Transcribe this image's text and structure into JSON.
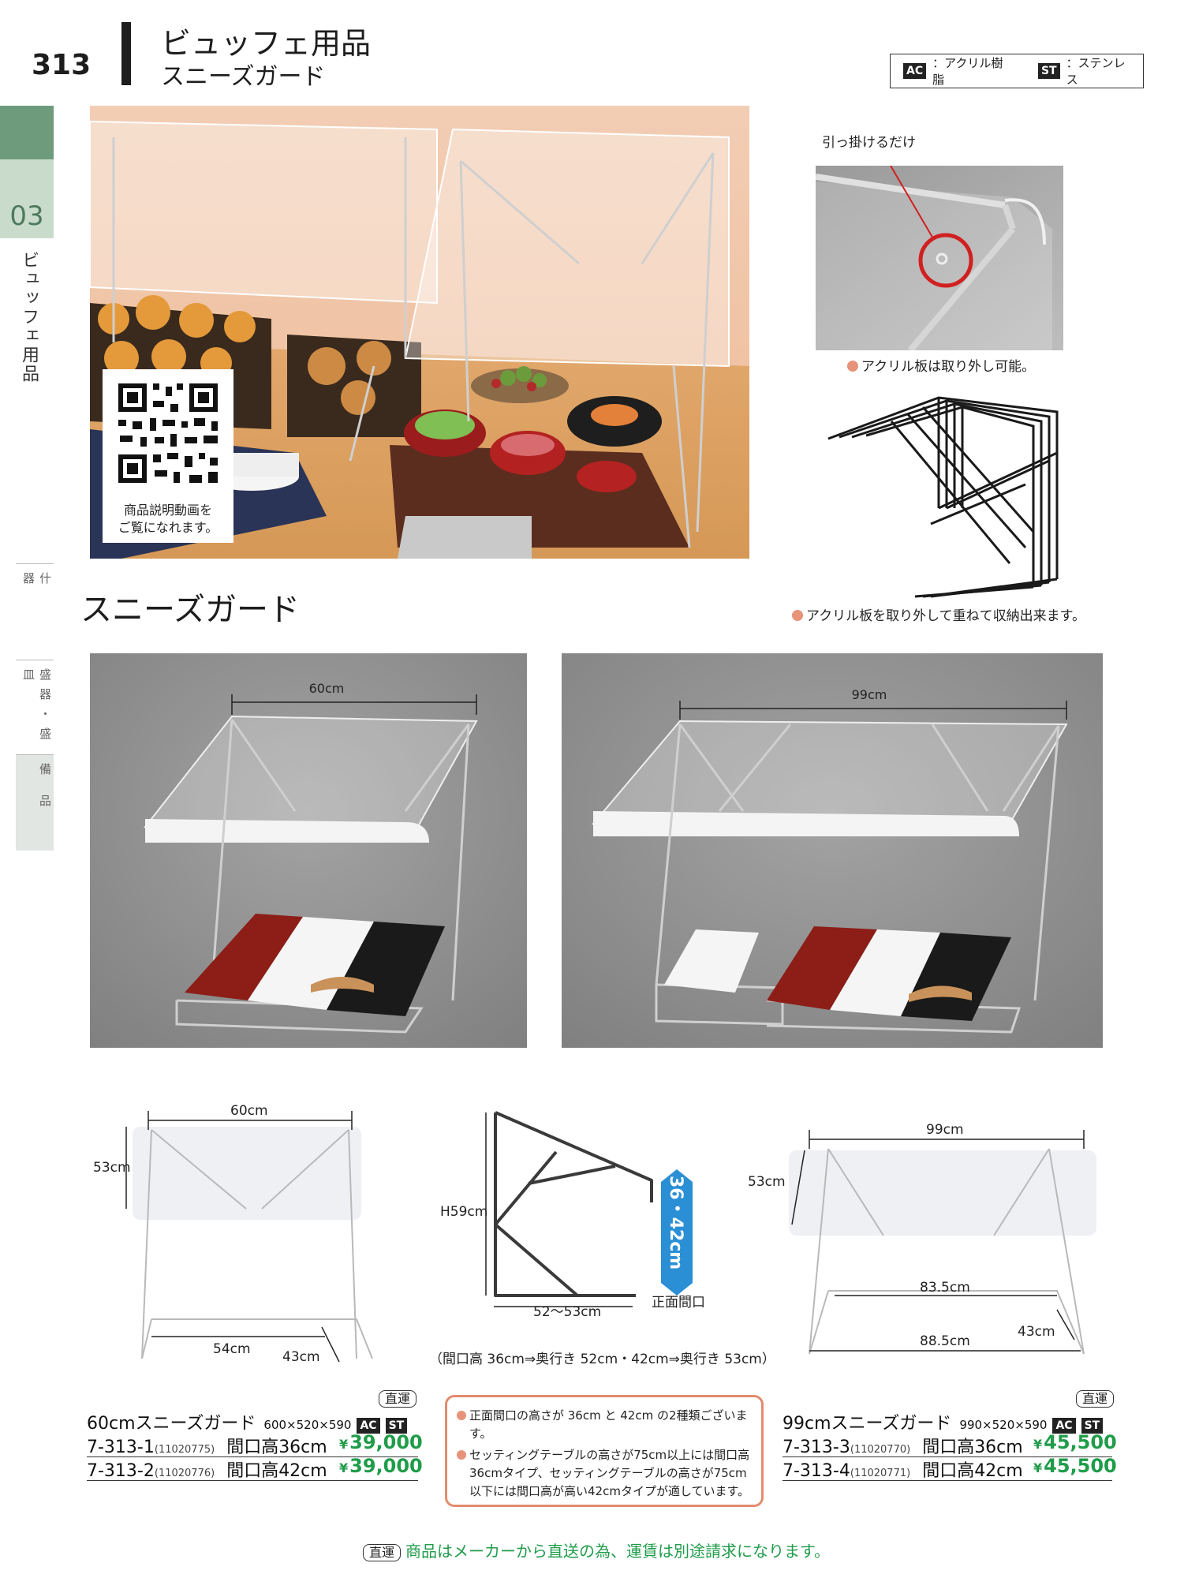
{
  "header": {
    "page_number": "313",
    "title": "ビュッフェ用品",
    "subtitle": "スニーズガード",
    "legend": [
      {
        "code": "AC",
        "label": "：アクリル樹脂"
      },
      {
        "code": "ST",
        "label": "：ステンレス"
      }
    ]
  },
  "side_nav": {
    "number": "03",
    "category": "ビュッフェ用品",
    "tabs": [
      "什 器",
      "盛器・盛皿",
      "備 品"
    ]
  },
  "hero": {
    "qr_caption_1": "商品説明動画を",
    "qr_caption_2": "ご覧になれます。"
  },
  "detail": {
    "hook_label": "引っ掛けるだけ",
    "removable_note": "アクリル板は取り外し可能。",
    "stack_note": "アクリル板を取り外して重ねて収納出来ます。"
  },
  "section_title": "スニーズガード",
  "photo_dims": {
    "small": "60cm",
    "large": "99cm"
  },
  "diagram_dims": {
    "left_width": "60cm",
    "left_depth": "53cm",
    "left_bottom": "54cm",
    "left_leg": "43cm",
    "side_height": "H59cm",
    "side_depth": "52～53cm",
    "side_opening": "36・42cm",
    "side_opening_label": "正面間口",
    "side_caption": "（間口高 36cm⇒奥行き 52cm・42cm⇒奥行き 53cm）",
    "right_width": "99cm",
    "right_depth": "53cm",
    "right_inner": "83.5cm",
    "right_leg": "43cm",
    "right_bottom": "88.5cm"
  },
  "products": [
    {
      "direct": "直運",
      "name": "60cmスニーズガード",
      "size": "600×520×590",
      "materials": [
        "AC",
        "ST"
      ],
      "items": [
        {
          "code": "7-313-1",
          "sub": "(11020775)",
          "desc": "間口高36cm",
          "yen": "¥",
          "price": "39,000"
        },
        {
          "code": "7-313-2",
          "sub": "(11020776)",
          "desc": "間口高42cm",
          "yen": "¥",
          "price": "39,000"
        }
      ]
    },
    {
      "direct": "直運",
      "name": "99cmスニーズガード",
      "size": "990×520×590",
      "materials": [
        "AC",
        "ST"
      ],
      "items": [
        {
          "code": "7-313-3",
          "sub": "(11020770)",
          "desc": "間口高36cm",
          "yen": "¥",
          "price": "45,500"
        },
        {
          "code": "7-313-4",
          "sub": "(11020771)",
          "desc": "間口高42cm",
          "yen": "¥",
          "price": "45,500"
        }
      ]
    }
  ],
  "notes": [
    "正面間口の高さが 36cm と 42cm の2種類ございます。",
    "セッティングテーブルの高さが75cm以上には間口高36cmタイプ、セッティングテーブルの高さが75cm以下には間口高が高い42cmタイプが適しています。"
  ],
  "footer": {
    "direct": "直運",
    "text": "商品はメーカーから直送の為、運賃は別途請求になります。"
  }
}
